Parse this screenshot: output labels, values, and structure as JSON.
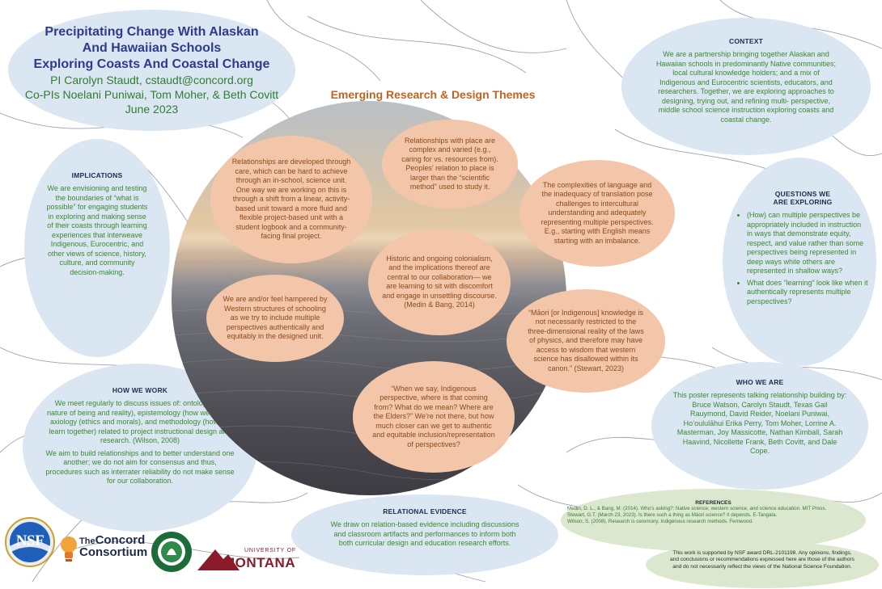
{
  "title": {
    "line1": "Precipitating Change With Alaskan",
    "line2": "And Hawaiian Schools",
    "line3": "Exploring Coasts And Coastal Change",
    "pi": "PI Carolyn Staudt, cstaudt@concord.org",
    "copis": "Co-PIs Noelani Puniwai, Tom Moher, & Beth Covitt",
    "date": "June 2023"
  },
  "context": {
    "heading": "CONTEXT",
    "body": "We are a partnership bringing together Alaskan and Hawaiian schools in predominantly Native communities; local cultural knowledge holders; and a mix of Indigenous and Eurocentric scientists, educators, and researchers. Together, we are exploring approaches  to designing, trying out, and refining multi- perspective, middle school science instruction  exploring coasts and coastal change."
  },
  "implications": {
    "heading": "IMPLICATIONS",
    "body": "We are envisioning and testing the boundaries of “what is possible” for engaging students in exploring and making sense of their coasts through learning experiences that interweave Indigenous, Eurocentric, and other views of science, history, culture, and community decision-making."
  },
  "questions": {
    "heading_line1": "QUESTIONS WE",
    "heading_line2": "ARE EXPLORING",
    "items": [
      "(How) can multiple perspectives be appropriately included in instruction in ways that demonstrate equity, respect,  and value rather than some perspectives being represented in deep ways while others are represented in shallow ways?",
      "What does “learning” look like when it authentically represents multiple perspectives?"
    ]
  },
  "who": {
    "heading": "WHO WE ARE",
    "body": "This poster represents talking relationship building by: Bruce Watson, Carolyn Staudt, Texas Gail Rauymond, David Reider, Noelani Puniwai, Ho’oululāhui Erika Perry, Tom Moher, Lorrine A. Masterman, Joy Massicotte, Nathan Kimball, Sarah Haavind, Nicollette Frank, Beth Covitt, and Dale Cope."
  },
  "how": {
    "heading": "HOW WE WORK",
    "body1": "We meet regularly to discuss issues of: ontology (the nature of being and reality), epistemology (how we know), axiology (ethics and morals), and methodology (how we learn together) related to project instructional design and research. (Wilson, 2008)",
    "body2": "We aim to build relationships and to better understand one another; we do not aim for consensus and thus, procedures such as interrater reliability do not make sense for our collaboration."
  },
  "relational": {
    "heading": "RELATIONAL EVIDENCE",
    "body": "We draw on relation-based evidence including discussions and classroom artifacts and performances to inform both both curricular design and education research efforts."
  },
  "themes": {
    "title": "Emerging Research & Design Themes",
    "items": [
      "Relationships with place are complex and varied (e.g., caring for vs. resources from). Peoples’ relation to place is larger than the “scientific method” used to study it.",
      "Relationships are developed through care, which can be hard to achieve through an in-school, science unit. One way we are working on this is through a shift from a linear, activity-based unit toward a more fluid and flexible project-based unit with a student logbook and a community-facing final project.",
      "The complexities of language and the inadequacy of translation pose challenges to intercultural understanding and adequately representing multiple perspectives. E.g., starting with English means starting with an imbalance.",
      "Historic and ongoing colonialism, and the implications thereof are central to our collaboration— we are learning to sit with discomfort and engage in unsettling discourse. (Medin & Bang, 2014)",
      "We are and/or feel hampered by Western structures of schooling as we try to include multiple perspectives authentically and equitably in the designed unit.",
      "“Māori [or Indigenous] knowledge is not necessarily restricted to the three-dimensional reality of the laws of physics, and therefore may have access to wisdom that western science has disallowed within its canon.” (Stewart, 2023)",
      "“When we say, Indigenous perspective, where is that coming from? What do we mean? Where are the Elders?” We’re not there, but how much closer can we get to authentic and equitable inclusion/representation of perspectives?"
    ]
  },
  "references": {
    "heading": "REFERENCES",
    "items": [
      "Medin, D. L., & Bang, M. (2014). Who’s asking?: Native science, western science, and science education. MIT Press.",
      "Stewart, G.T. (March 23, 2023). Is there such a thing as Māori science? It depends. E-Tangata.",
      "Wilson, S. (2008). Research is ceremony. Indigenous research methods. Fernwood."
    ]
  },
  "support": "This work is supported by NSF award DRL-2101198. Any opinions, findings, and conclusions or recommendations expressed here are those of the authors and do not necessarily reflect the views of the National Science Foundation.",
  "logos": {
    "nsf": "NSF",
    "concord_the": "The",
    "concord_line1": "Concord",
    "concord_line2": "Consortium",
    "montana_top": "UNIVERSITY OF",
    "montana_main": "MONTANA"
  },
  "colors": {
    "title_blue": "#2e3b8c",
    "body_green": "#3a8a2e",
    "theme_orange": "#c2621f",
    "bubble_blue": "#dbe6f3",
    "peach": "#f3c6a9",
    "montana_red": "#8b1a2b"
  }
}
